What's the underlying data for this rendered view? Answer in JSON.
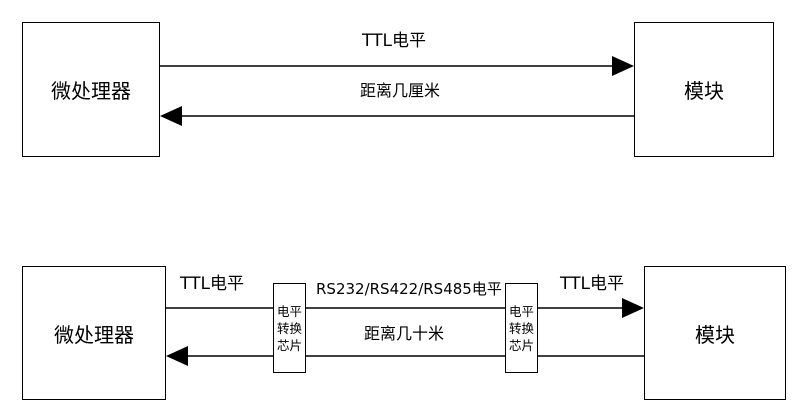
{
  "top": {
    "left_box": "微处理器",
    "right_box": "模块",
    "upper_label": "TTL电平",
    "lower_label": "距离几厘米"
  },
  "bottom": {
    "left_box": "微处理器",
    "right_box": "模块",
    "left_label": "TTL电平",
    "middle_label": "RS232/RS422/RS485电平",
    "right_label": "TTL电平",
    "lower_label": "距离几十米",
    "chip_left": "电平转换芯片",
    "chip_right": "电平转换芯片"
  }
}
